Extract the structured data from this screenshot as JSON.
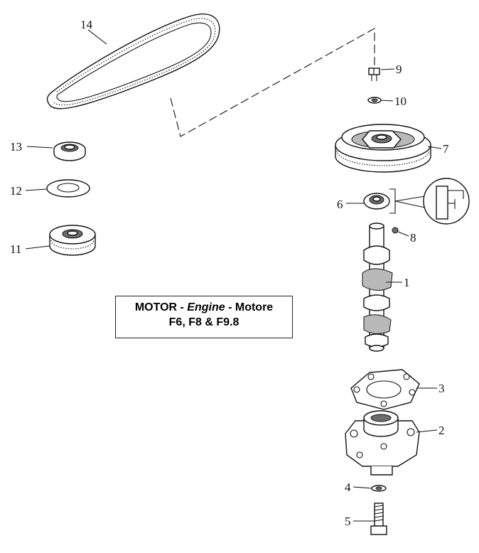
{
  "title": {
    "motor": "MOTOR",
    "sep1": " - ",
    "engine": "Engine",
    "sep2": " - ",
    "motore": "Motore",
    "models": "F6, F8 & F9.8"
  },
  "callouts": {
    "c1": "1",
    "c2": "2",
    "c3": "3",
    "c4": "4",
    "c5": "5",
    "c6": "6",
    "c7": "7",
    "c8": "8",
    "c9": "9",
    "c10": "10",
    "c11": "11",
    "c12": "12",
    "c13": "13",
    "c14": "14"
  }
}
